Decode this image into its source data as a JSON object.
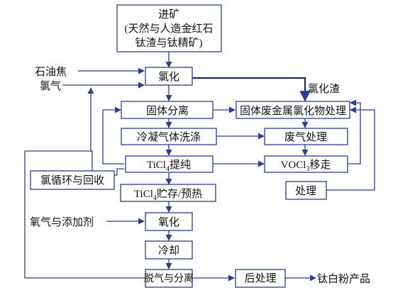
{
  "diagram": {
    "colors": {
      "line": "#2b3d8f",
      "text": "#111111",
      "background": "#ffffff"
    },
    "ore_input": {
      "line1": "进矿",
      "line2": "(天然与人造金红石",
      "line3": "钛渣与钛精矿)"
    },
    "inputs": {
      "petroleum_coke": "石油焦",
      "chlorine_gas": "氯气",
      "oxygen_additive": "氧气与添加剂"
    },
    "side_labels": {
      "chlorination_slag": "氯化渣"
    },
    "process_steps": {
      "chlorination": "氯化",
      "solid_separation": "固体分离",
      "condensing_gas_wash": "冷凝气体洗涤",
      "ticl4_purify": {
        "main": "TiCl",
        "sub": "4",
        "tail": "提纯"
      },
      "ticl4_storage": {
        "main": "TiCl",
        "sub": "4",
        "tail": "贮存/预热"
      },
      "oxidation": "氧化",
      "cooling": "冷却",
      "degas_separation": "脱气与分离",
      "post_treatment": "后处理"
    },
    "side_steps": {
      "solid_waste_metal_chloride": "固体废金属氯化物处理",
      "waste_gas_treatment": "废气处理",
      "vocl3_removal": {
        "main": "VOCl",
        "sub": "3",
        "tail": "移走"
      },
      "treatment": "处理",
      "chlorine_recycle": "氯循环与回收"
    },
    "product": "钛白粉产品"
  }
}
